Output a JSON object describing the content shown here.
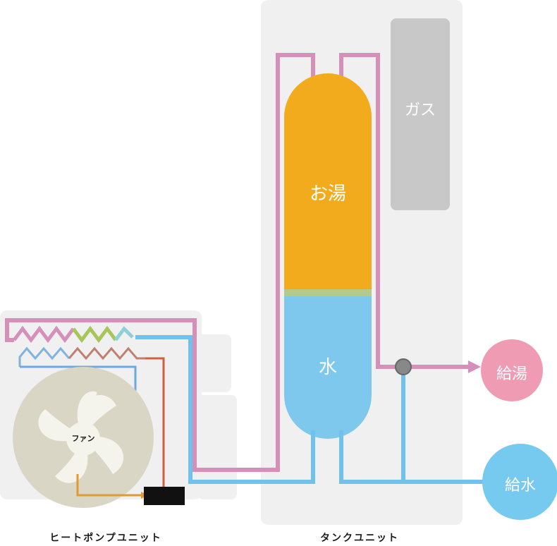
{
  "tank_unit": {
    "label": "タンクユニット",
    "hot_water_label": "お湯",
    "water_label": "水",
    "gas_label": "ガス"
  },
  "heat_pump_unit": {
    "label": "ヒートポンプユニット",
    "fan_label": "ファン"
  },
  "outputs": {
    "hot_supply_label": "給湯",
    "cold_supply_label": "給水"
  },
  "colors": {
    "hot_water": "#f2ab1d",
    "cold_water": "#7ec8ed",
    "hot_pipe": "#d68fb8",
    "cold_pipe": "#6fc2ee",
    "hot_supply_circle": "#ef9bb3",
    "cold_supply_circle": "#76c9ef",
    "gas_unit": "#c8c8c8",
    "unit_panel": "#f0f0f0",
    "fan": "#d9d6c6",
    "compressor_line": "#d9a040",
    "heat_exchanger_line": "#d06040"
  }
}
